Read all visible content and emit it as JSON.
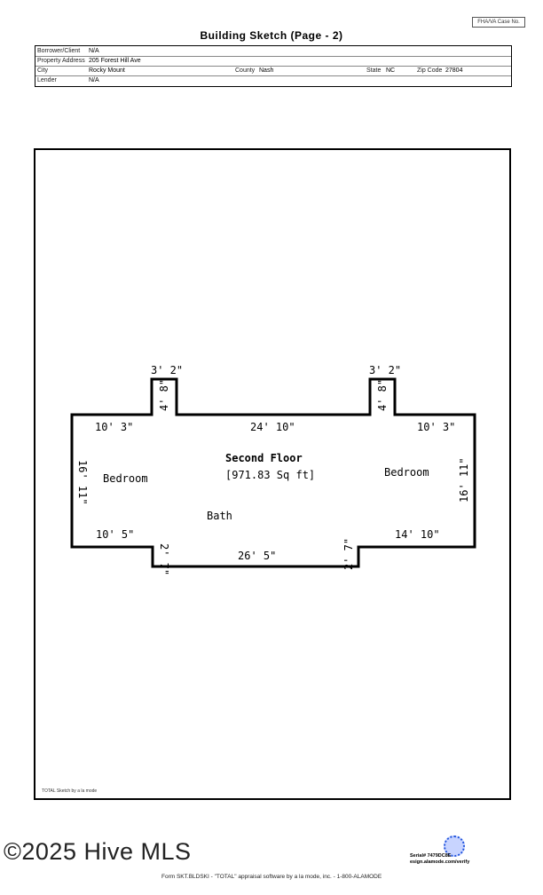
{
  "header": {
    "case_label": "FHA/VA Case No.",
    "title": "Building Sketch (Page - 2)",
    "borrower_label": "Borrower/Client",
    "borrower": "N/A",
    "address_label": "Property Address",
    "address": "205 Forest Hill Ave",
    "city_label": "City",
    "city": "Rocky Mount",
    "county_label": "County",
    "county": "Nash",
    "state_label": "State",
    "state": "NC",
    "zip_label": "Zip Code",
    "zip": "27804",
    "lender_label": "Lender",
    "lender": "N/A"
  },
  "sketch": {
    "floor_name": "Second Floor",
    "area": "[971.83 Sq ft]",
    "rooms": [
      "Bedroom",
      "Bedroom",
      "Bath"
    ],
    "dimensions": {
      "top_left": "10' 3\"",
      "top_mid": "24' 10\"",
      "top_right": "10' 3\"",
      "left": "16' 11\"",
      "right": "16' 11\"",
      "bottom_left": "10' 5\"",
      "bottom_mid": "26' 5\"",
      "bottom_right": "14' 10\"",
      "notch_left": "2' 7\"",
      "notch_right": "2' 7\"",
      "bump_w": "3' 2\"",
      "bump_h": "4' 8\""
    },
    "credit": "TOTAL Sketch by a la mode"
  },
  "footer": {
    "watermark": "©2025 Hive MLS",
    "software": "Form SKT.BLDSKI - \"TOTAL\" appraisal software by a la mode, inc. - 1-800-ALAMODE",
    "serial": "Serial# 7479DC8E",
    "verify": "esign.alamode.com/verify"
  }
}
